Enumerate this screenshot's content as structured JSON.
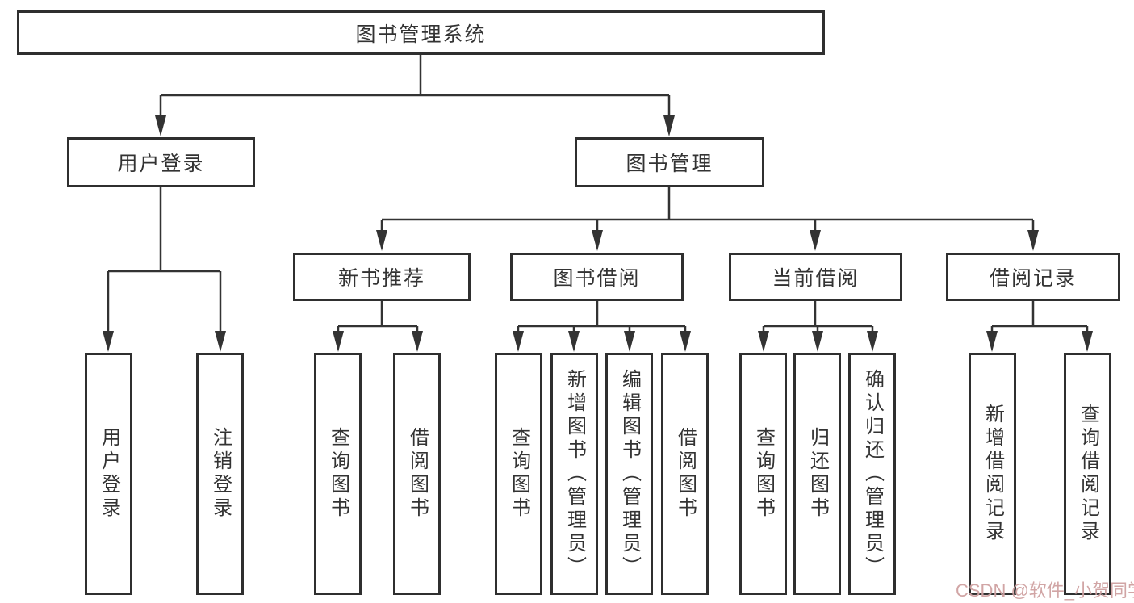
{
  "diagram": {
    "root": {
      "label": "图书管理系统"
    },
    "branches": [
      {
        "label": "用户登录",
        "children": [
          {
            "label": "用户登录"
          },
          {
            "label": "注销登录"
          }
        ]
      },
      {
        "label": "图书管理",
        "children": [
          {
            "label": "新书推荐",
            "children": [
              {
                "label": "查询图书"
              },
              {
                "label": "借阅图书"
              }
            ]
          },
          {
            "label": "图书借阅",
            "children": [
              {
                "label": "查询图书"
              },
              {
                "label": "新增图书（管理员）"
              },
              {
                "label": "编辑图书（管理员）"
              },
              {
                "label": "借阅图书"
              }
            ]
          },
          {
            "label": "当前借阅",
            "children": [
              {
                "label": "查询图书"
              },
              {
                "label": "归还图书"
              },
              {
                "label": "确认归还（管理员）"
              }
            ]
          },
          {
            "label": "借阅记录",
            "children": [
              {
                "label": "新增借阅记录"
              },
              {
                "label": "查询借阅记录"
              }
            ]
          }
        ]
      }
    ]
  },
  "watermark": {
    "text": "CSDN @软件_小贺同学",
    "color": "#cb9999"
  },
  "colors": {
    "line": "#333333",
    "box_border": "#2f2f2f",
    "text": "#333333",
    "background": "#ffffff"
  }
}
